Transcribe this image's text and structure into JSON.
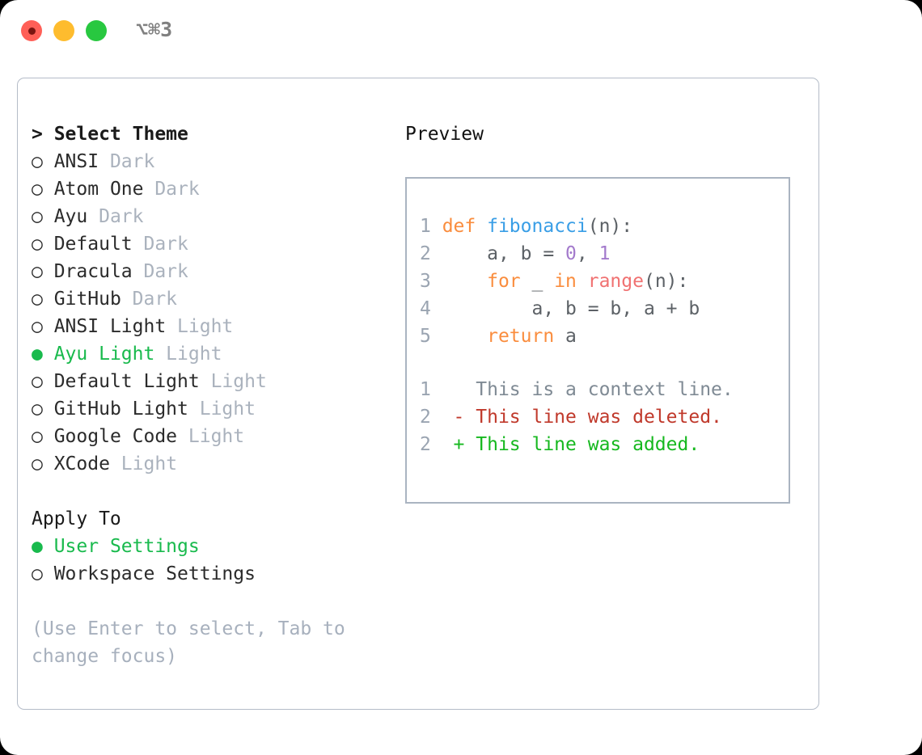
{
  "window": {
    "title": "⌥⌘3",
    "traffic_lights": [
      {
        "name": "close",
        "color": "#ff5f57"
      },
      {
        "name": "minimize",
        "color": "#febc2e"
      },
      {
        "name": "maximize",
        "color": "#28c840"
      }
    ]
  },
  "theme_panel": {
    "header": "> Select Theme",
    "bullet_selected": "●",
    "bullet_unselected": "○",
    "items": [
      {
        "bullet": "○",
        "label": "ANSI",
        "suffix": "Dark",
        "selected": false
      },
      {
        "bullet": "○",
        "label": "Atom One",
        "suffix": "Dark",
        "selected": false
      },
      {
        "bullet": "○",
        "label": "Ayu",
        "suffix": "Dark",
        "selected": false
      },
      {
        "bullet": "○",
        "label": "Default",
        "suffix": "Dark",
        "selected": false
      },
      {
        "bullet": "○",
        "label": "Dracula",
        "suffix": "Dark",
        "selected": false
      },
      {
        "bullet": "○",
        "label": "GitHub",
        "suffix": "Dark",
        "selected": false
      },
      {
        "bullet": "○",
        "label": "ANSI Light",
        "suffix": "Light",
        "selected": false
      },
      {
        "bullet": "●",
        "label": "Ayu Light",
        "suffix": "Light",
        "selected": true
      },
      {
        "bullet": "○",
        "label": "Default Light",
        "suffix": "Light",
        "selected": false
      },
      {
        "bullet": "○",
        "label": "GitHub Light",
        "suffix": "Light",
        "selected": false
      },
      {
        "bullet": "○",
        "label": "Google Code",
        "suffix": "Light",
        "selected": false
      },
      {
        "bullet": "○",
        "label": "XCode",
        "suffix": "Light",
        "selected": false
      }
    ]
  },
  "apply_to": {
    "header": "Apply To",
    "items": [
      {
        "bullet": "●",
        "label": "User Settings",
        "selected": true
      },
      {
        "bullet": "○",
        "label": "Workspace Settings",
        "selected": false
      }
    ]
  },
  "hint": "(Use Enter to select, Tab to change focus)",
  "preview": {
    "title": "Preview",
    "code_lines": [
      {
        "no": "1",
        "segments": [
          {
            "text": "def ",
            "type": "kw"
          },
          {
            "text": "fibonacci",
            "type": "fn"
          },
          {
            "text": "(n):",
            "type": "punc"
          }
        ]
      },
      {
        "no": "2",
        "segments": [
          {
            "text": "    a, b = ",
            "type": "plain"
          },
          {
            "text": "0",
            "type": "num"
          },
          {
            "text": ", ",
            "type": "plain"
          },
          {
            "text": "1",
            "type": "num"
          }
        ]
      },
      {
        "no": "3",
        "segments": [
          {
            "text": "    for ",
            "type": "kw"
          },
          {
            "text": "_ ",
            "type": "plain"
          },
          {
            "text": "in ",
            "type": "kw"
          },
          {
            "text": "range",
            "type": "builtin"
          },
          {
            "text": "(n):",
            "type": "punc"
          }
        ]
      },
      {
        "no": "4",
        "segments": [
          {
            "text": "        a, b = b, a + b",
            "type": "plain"
          }
        ]
      },
      {
        "no": "5",
        "segments": [
          {
            "text": "    return ",
            "type": "kw"
          },
          {
            "text": "a",
            "type": "plain"
          }
        ]
      }
    ],
    "diff_lines": [
      {
        "no": "1",
        "marker": "  ",
        "text": "This is a context line.",
        "type": "ctx"
      },
      {
        "no": "2",
        "marker": "- ",
        "text": "This line was deleted.",
        "type": "del"
      },
      {
        "no": "2",
        "marker": "+ ",
        "text": "This line was added.",
        "type": "add"
      }
    ]
  },
  "colors": {
    "accent_green": "#19ba4d",
    "keyword_orange": "#fa8d3e",
    "function_blue": "#399ee6",
    "builtin_salmon": "#f07171",
    "number_purple": "#a37acc",
    "muted_gray": "#aab2bd",
    "diff_delete": "#c0392b",
    "diff_add": "#16b81f",
    "border": "#b4bcc8"
  }
}
